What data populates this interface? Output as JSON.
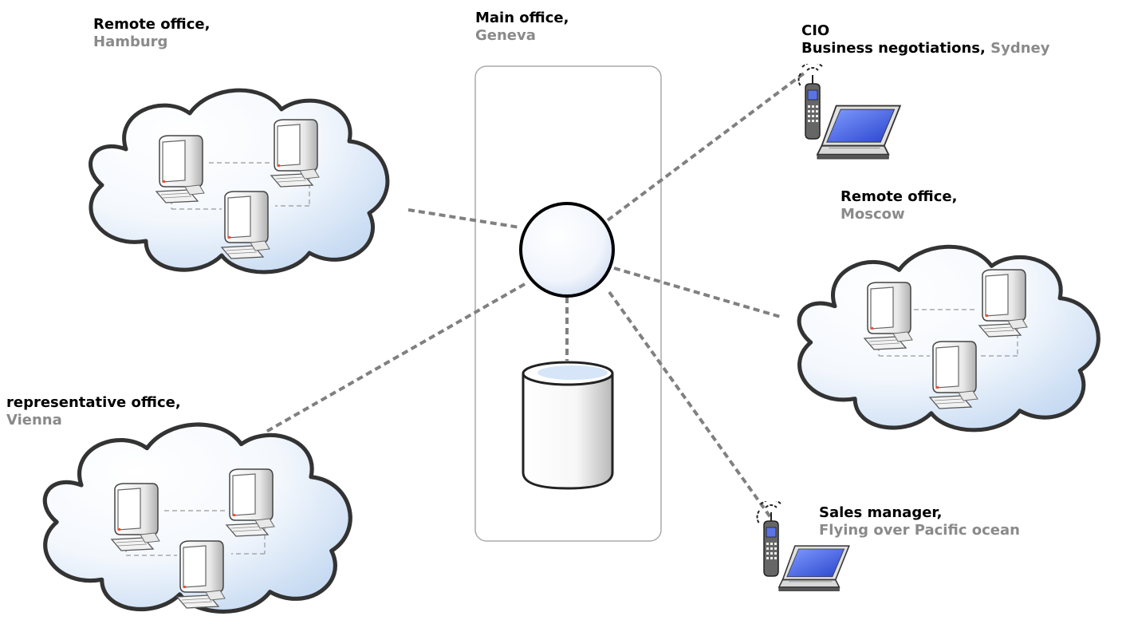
{
  "colors": {
    "link": "#808080",
    "outline": "#333333",
    "cloud_fill_light": "#ffffff",
    "cloud_fill_blue": "#cfe0f4",
    "screen_blue": "#3c5ee0",
    "label_black": "#000000",
    "label_gray": "#8a8a8a"
  },
  "nodes": {
    "hamburg": {
      "name": "Remote office,",
      "city": "Hamburg",
      "icon": "cloud-network-icon"
    },
    "geneva": {
      "name": "Main office,",
      "city": "Geneva",
      "icon": "router-circle-icon"
    },
    "geneva_db": {
      "icon": "database-cylinder-icon"
    },
    "sydney": {
      "role": "CIO",
      "name": "Business negotiations,",
      "city": "Sydney",
      "icon": "laptop-phone-icon"
    },
    "moscow": {
      "name": "Remote office,",
      "city": "Moscow",
      "icon": "cloud-network-icon"
    },
    "vienna": {
      "name": "representative office,",
      "city": "Vienna",
      "icon": "cloud-network-icon"
    },
    "pacific": {
      "name": "Sales manager,",
      "city": "Flying over Pacific ocean",
      "icon": "laptop-phone-icon"
    }
  }
}
